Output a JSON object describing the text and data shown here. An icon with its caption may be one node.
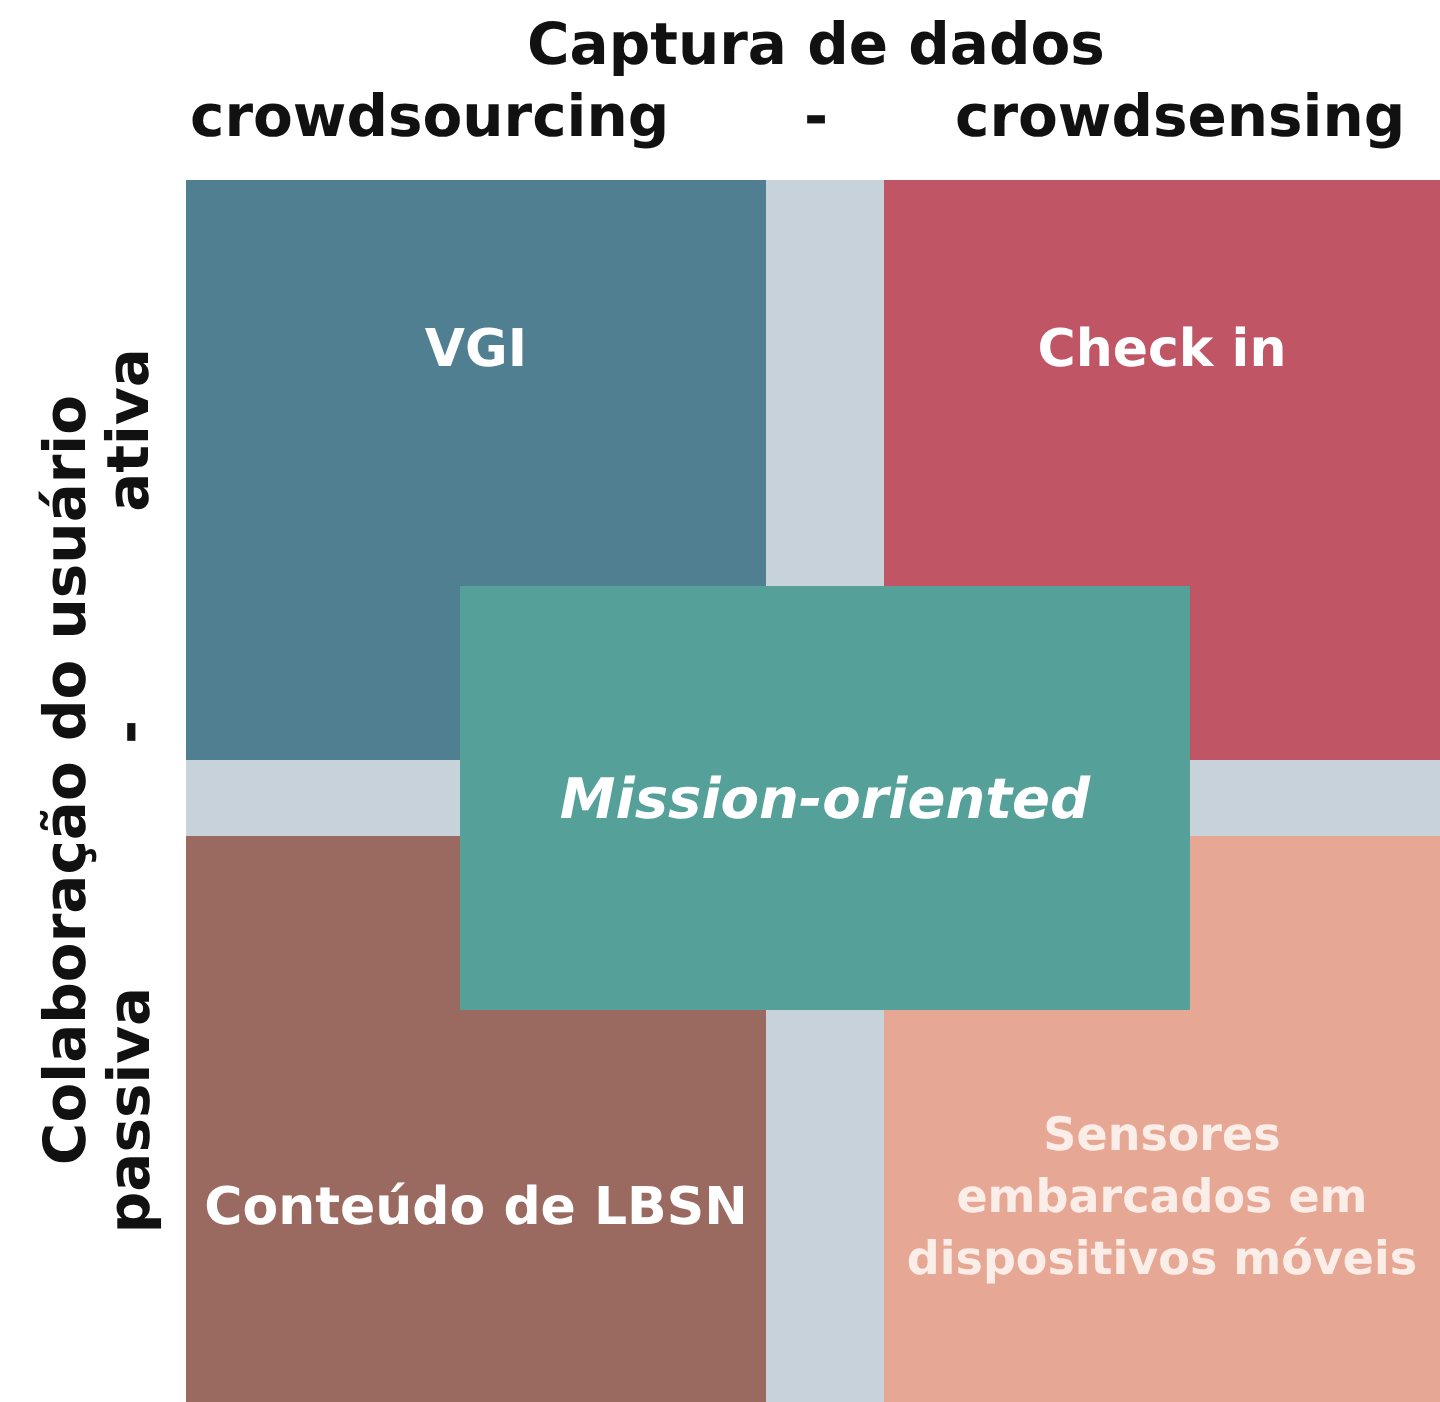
{
  "diagram": {
    "title": "Captura de dados",
    "nodes": [
      {
        "text": [
          "VGI"
        ]
      },
      {
        "text": [
          "Check in"
        ]
      },
      {
        "text": [
          "Conteúdo de LBSN"
        ]
      },
      {
        "text": [
          "Sensores embarcados em dispositivos móveis"
        ]
      },
      {
        "text": [
          "Mission-oriented"
        ]
      }
    ],
    "labels": [
      "crowdsourcing",
      "-",
      "crowdsensing",
      "Colaboração do usuário",
      "ativa",
      "-",
      "passiva"
    ]
  }
}
